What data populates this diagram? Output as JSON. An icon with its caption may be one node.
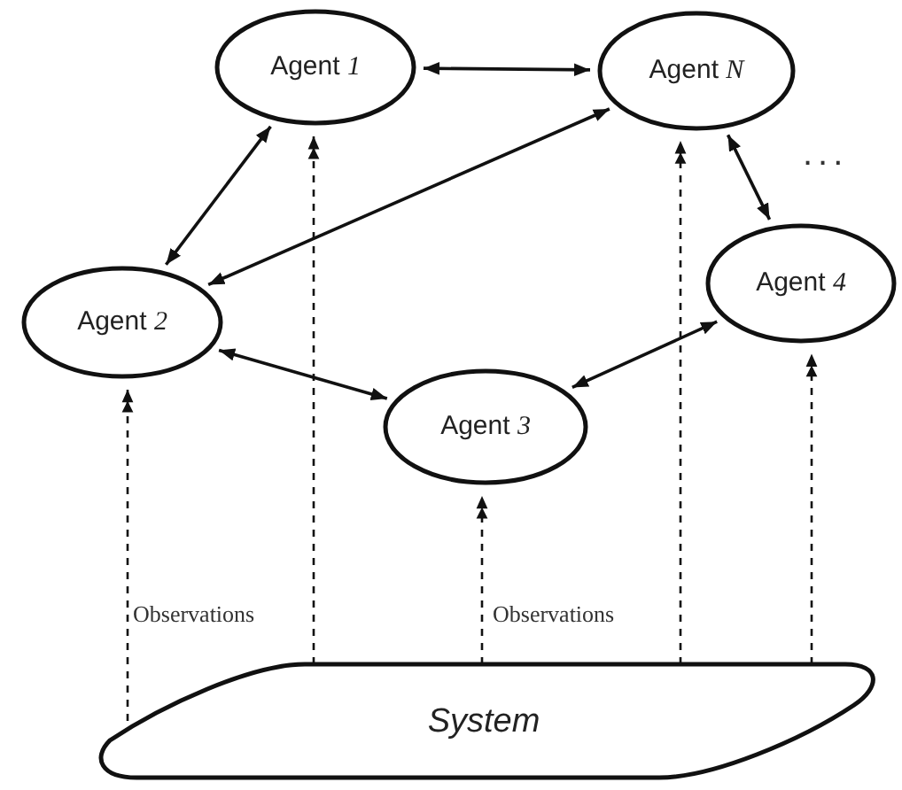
{
  "diagram": {
    "nodes": [
      {
        "text": [
          "Agent *1*"
        ]
      },
      {
        "text": [
          "Agent *N*"
        ]
      },
      {
        "text": [
          "Agent *2*"
        ]
      },
      {
        "text": [
          "Agent *4*"
        ]
      },
      {
        "text": [
          "Agent *3*"
        ]
      },
      {
        "text": [
          "System"
        ]
      }
    ],
    "edges": [
      {
        "from": 0,
        "to": 1,
        "arrow": "both"
      },
      {
        "from": 0,
        "to": 2,
        "arrow": "both"
      },
      {
        "from": 1,
        "to": 2,
        "arrow": "both"
      },
      {
        "from": 1,
        "to": 3,
        "arrow": "both"
      },
      {
        "from": 2,
        "to": 4,
        "arrow": "both"
      },
      {
        "from": 4,
        "to": 3,
        "arrow": "both"
      },
      {
        "from": 5,
        "to": 2,
        "arrow": "to",
        "style": "dashed"
      },
      {
        "from": 5,
        "to": 0,
        "arrow": "to",
        "style": "dashed"
      },
      {
        "from": 5,
        "to": 4,
        "arrow": "to",
        "style": "dashed"
      },
      {
        "from": 5,
        "to": 1,
        "arrow": "to",
        "style": "dashed"
      },
      {
        "from": 5,
        "to": 3,
        "arrow": "to",
        "style": "dashed"
      }
    ],
    "labels": [
      "Observations",
      "Observations",
      "..."
    ]
  }
}
